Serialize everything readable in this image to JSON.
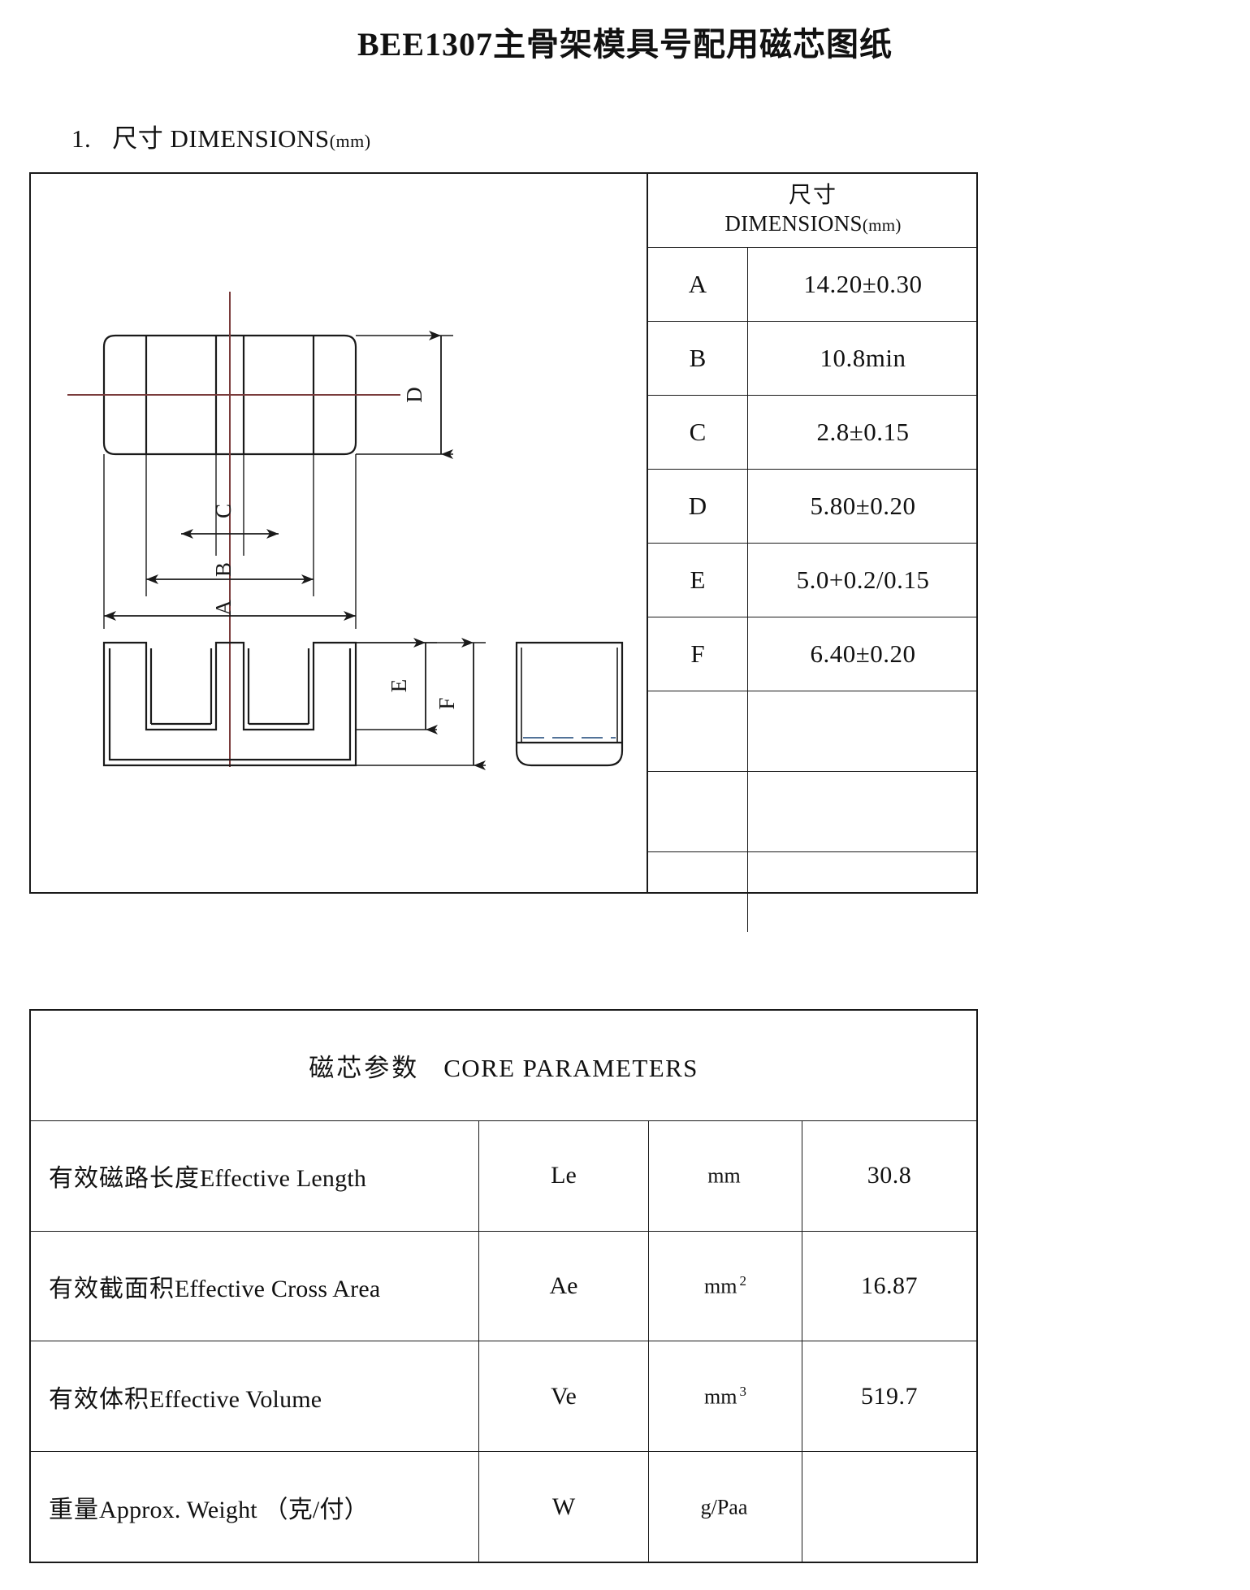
{
  "document": {
    "title": "BEE1307主骨架模具号配用磁芯图纸",
    "section_heading": {
      "number": "1.",
      "cn": "尺寸",
      "en": "DIMENSIONS",
      "unit": "(mm)"
    }
  },
  "dimensions_table": {
    "header": {
      "cn": "尺寸",
      "en": "DIMENSIONS",
      "unit": "(mm)"
    },
    "rows": [
      {
        "symbol": "A",
        "value": "14.20±0.30"
      },
      {
        "symbol": "B",
        "value": "10.8min"
      },
      {
        "symbol": "C",
        "value": "2.8±0.15"
      },
      {
        "symbol": "D",
        "value": "5.80±0.20"
      },
      {
        "symbol": "E",
        "value": "5.0+0.2/0.15"
      },
      {
        "symbol": "F",
        "value": "6.40±0.20"
      },
      {
        "symbol": "",
        "value": ""
      },
      {
        "symbol": "",
        "value": ""
      },
      {
        "symbol": "",
        "value": ""
      }
    ]
  },
  "drawing": {
    "labels": {
      "a": "A",
      "b": "B",
      "c": "C",
      "d": "D",
      "e": "E",
      "f": "F"
    },
    "centerline_color": "#7a3b3b",
    "line_color": "#1a1a1a"
  },
  "core_parameters": {
    "caption": {
      "cn": "磁芯参数",
      "en": "CORE PARAMETERS"
    },
    "rows": [
      {
        "name_cn": "有效磁路长度",
        "name_en": "Effective Length",
        "symbol": "Le",
        "unit": "mm",
        "unit_sup": "",
        "value": "30.8"
      },
      {
        "name_cn": "有效截面积",
        "name_en": "Effective Cross Area",
        "symbol": "Ae",
        "unit": "mm",
        "unit_sup": "2",
        "value": "16.87"
      },
      {
        "name_cn": "有效体积",
        "name_en": "Effective Volume",
        "symbol": "Ve",
        "unit": "mm",
        "unit_sup": "3",
        "value": "519.7"
      },
      {
        "name_cn": "重量",
        "name_en": "Approx. Weight （克/付）",
        "symbol": "W",
        "unit": "g/Paa",
        "unit_sup": "",
        "value": ""
      }
    ]
  }
}
